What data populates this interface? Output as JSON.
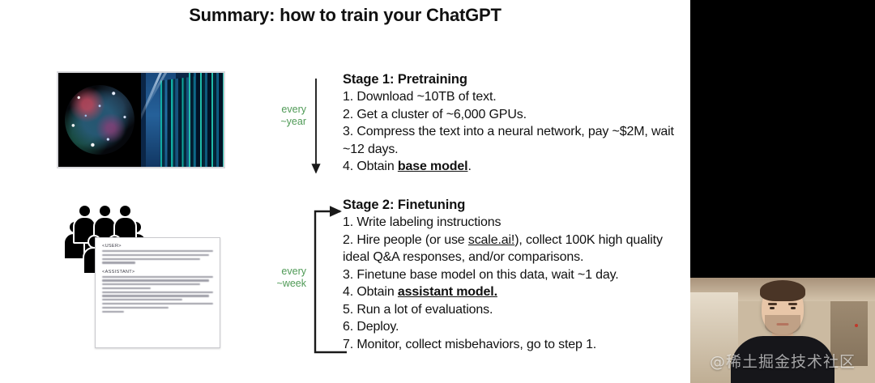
{
  "slide": {
    "title": "Summary: how to train your ChatGPT",
    "cadence": {
      "pretraining": "every\n~year",
      "finetuning": "every\n~week"
    },
    "stage1": {
      "heading": "Stage 1: Pretraining",
      "steps": [
        "1. Download ~10TB of text.",
        "2. Get a cluster of ~6,000 GPUs.",
        "3. Compress the text into a neural network, pay ~$2M, wait ~12 days.",
        "4. Obtain base model."
      ],
      "step4_prefix": "4. Obtain ",
      "step4_emphasis": "base model",
      "step4_suffix": "."
    },
    "stage2": {
      "heading": "Stage 2: Finetuning",
      "steps": [
        "1. Write labeling instructions",
        "2. Hire people (or use scale.ai!), collect 100K high quality ideal Q&A responses, and/or comparisons.",
        "3. Finetune base model on this data, wait ~1 day.",
        "4. Obtain assistant model.",
        "5. Run a lot of evaluations.",
        "6. Deploy.",
        "7. Monitor, collect misbehaviors, go to step 1."
      ],
      "step2_a": "2. Hire people (or use ",
      "step2_link": "scale.ai!",
      "step2_b": "), collect 100K high quality ideal Q&A responses, and/or comparisons.",
      "step4_prefix": "4. Obtain ",
      "step4_emphasis": "assistant model.",
      "step5": "5. Run a lot of evaluations.",
      "step6": "6. Deploy.",
      "step7": "7. Monitor, collect misbehaviors, go to step 1."
    },
    "figures": {
      "pretrain_image_alt": "neural-network-and-datacenter-photo",
      "crowd_alt": "crowd-of-human-labelers-icon",
      "document": {
        "user_tag": "<USER>",
        "assistant_tag": "<ASSISTANT>"
      }
    }
  },
  "video": {
    "watermark": "@稀土掘金技术社区",
    "presenter_alt": "presenter-webcam-feed"
  },
  "colors": {
    "accent_green": "#4f9a56",
    "text": "#111111",
    "panel_black": "#000000",
    "doc_border": "#c9c9cd"
  }
}
